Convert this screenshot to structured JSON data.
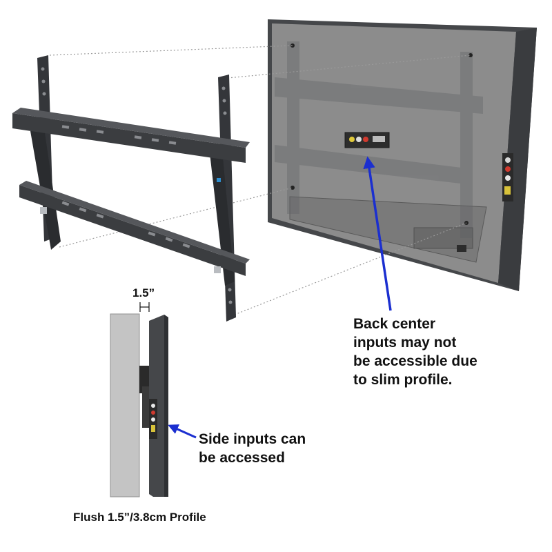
{
  "callouts": {
    "back_inputs": {
      "lines": [
        "Back center",
        "inputs may not",
        "be accessible due",
        "to slim profile."
      ]
    },
    "side_inputs": {
      "lines": [
        "Side inputs can",
        "be accessed"
      ]
    }
  },
  "dimension": {
    "depth_label": "1.5”"
  },
  "caption": "Flush 1.5”/3.8cm Profile",
  "colors": {
    "arrow": "#1b2fd0",
    "bracket": "#3b3d40",
    "tv_back": "#8a8a8a",
    "tv_frame": "#45474a",
    "wall": "#c4c4c4",
    "leader_lines": "#9a9a9a"
  }
}
